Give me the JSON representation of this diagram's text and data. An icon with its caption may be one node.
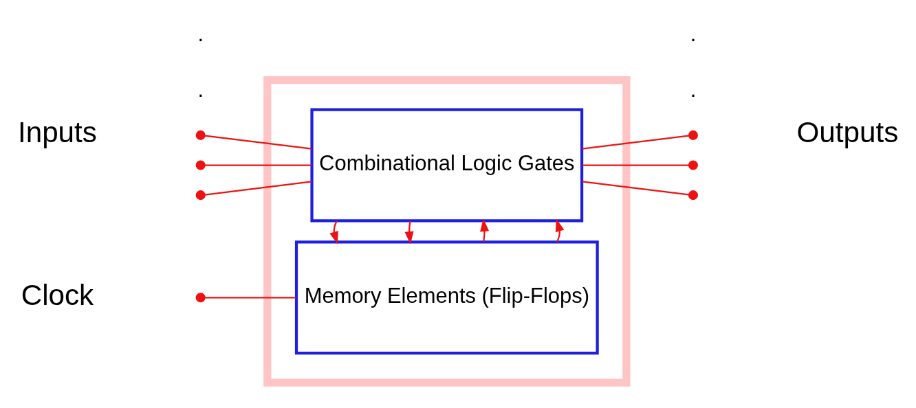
{
  "diagram": {
    "nodes": [
      {
        "text": [],
        "shape": "box"
      },
      {
        "text": [
          "Combinational Logic Gates"
        ],
        "in": 0
      },
      {
        "text": [
          "Memory Elements (Flip-Flops)"
        ],
        "in": 0
      },
      {
        "text": [],
        "shape": "circle"
      },
      {
        "text": [],
        "shape": "circle"
      },
      {
        "text": [],
        "shape": "circle"
      },
      {
        "text": [],
        "shape": "circle"
      },
      {
        "text": [],
        "shape": "circle"
      },
      {
        "text": [],
        "shape": "circle"
      },
      {
        "text": [],
        "shape": "circle"
      }
    ],
    "edges": [
      {
        "from": 3,
        "to": 1,
        "arrow": "none"
      },
      {
        "from": 4,
        "to": 1,
        "arrow": "none"
      },
      {
        "from": 5,
        "to": 1,
        "arrow": "none"
      },
      {
        "from": 1,
        "to": 6,
        "arrow": "none"
      },
      {
        "from": 1,
        "to": 7,
        "arrow": "none"
      },
      {
        "from": 1,
        "to": 8,
        "arrow": "none"
      },
      {
        "from": 2,
        "to": 1,
        "arrow": "to"
      },
      {
        "from": 2,
        "to": 1,
        "arrow": "to"
      },
      {
        "from": 1,
        "to": 2,
        "arrow": "to"
      },
      {
        "from": 1,
        "to": 2,
        "arrow": "to"
      },
      {
        "from": 9,
        "to": 2,
        "arrow": "none"
      }
    ],
    "labels": [
      "Inputs",
      ".",
      ".",
      ".",
      ".",
      "Outputs",
      "Clock"
    ]
  }
}
